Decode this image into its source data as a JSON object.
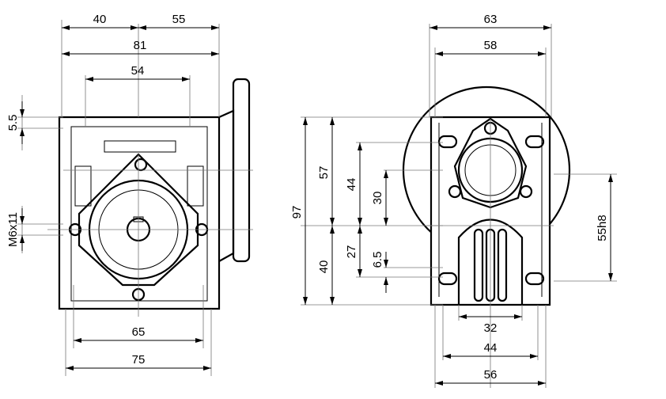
{
  "left_view": {
    "dims": {
      "w40": "40",
      "w55": "55",
      "w81": "81",
      "w54": "54",
      "h5_5": "5.5",
      "m6": "M6x11",
      "w65": "65",
      "w75": "75"
    }
  },
  "right_view": {
    "dims": {
      "w63": "63",
      "w58": "58",
      "h97": "97",
      "h57": "57",
      "h40": "40",
      "h44": "44",
      "h27": "27",
      "h30": "30",
      "h6_5": "6.5",
      "d55": "55h8",
      "w32": "32",
      "w44": "44",
      "w56": "56"
    }
  }
}
